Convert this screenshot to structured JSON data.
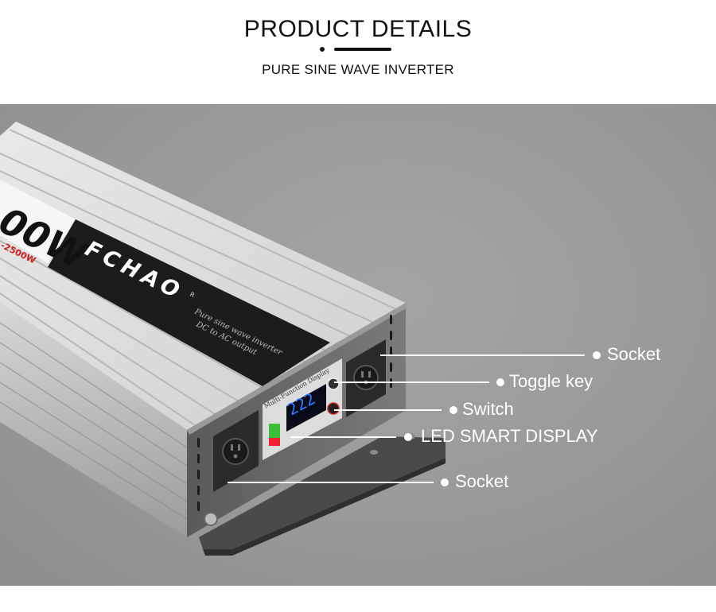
{
  "header": {
    "title": "PRODUCT DETAILS",
    "subtitle": "PURE SINE WAVE INVERTER"
  },
  "product": {
    "brand": "FCHAO",
    "registered_mark": "R",
    "wattage_partial": "00W",
    "wattage_sub": "-2500W",
    "print_line1": "Pure sine wave inverter",
    "print_line2": "DC to AC output",
    "display_caption": "Multi-Function Display",
    "display_digits": "222"
  },
  "callouts": [
    {
      "label": "Socket"
    },
    {
      "label": "Toggle key"
    },
    {
      "label": "Switch"
    },
    {
      "label": "LED SMART DISPLAY"
    },
    {
      "label": "Socket"
    }
  ],
  "colors": {
    "background": "#999999",
    "brand_accent": "#33cc33",
    "wattage_red": "#cc2222",
    "display_blue": "#2f7bff"
  }
}
